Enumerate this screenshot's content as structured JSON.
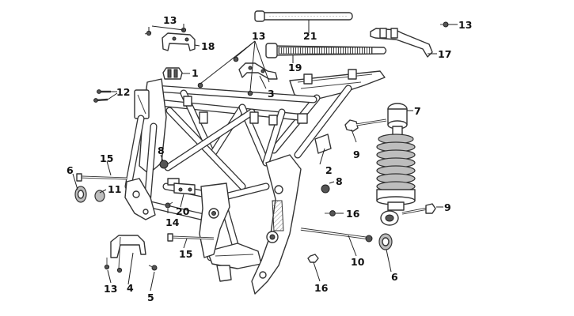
{
  "callouts": {
    "c1": "1",
    "c2": "2",
    "c3": "3",
    "c4": "4",
    "c5": "5",
    "c6a": "6",
    "c6b": "6",
    "c7": "7",
    "c8a": "8",
    "c8b": "8",
    "c9a": "9",
    "c9b": "9",
    "c10": "10",
    "c11": "11",
    "c12": "12",
    "c13a": "13",
    "c13b": "13",
    "c13c": "13",
    "c13d": "13",
    "c14": "14",
    "c15a": "15",
    "c15b": "15",
    "c16a": "16",
    "c16b": "16",
    "c17": "17",
    "c18": "18",
    "c19": "19",
    "c20": "20",
    "c21": "21"
  },
  "colors": {
    "line": "#333333",
    "fill": "#ffffff",
    "shade": "#bdbdbd"
  }
}
